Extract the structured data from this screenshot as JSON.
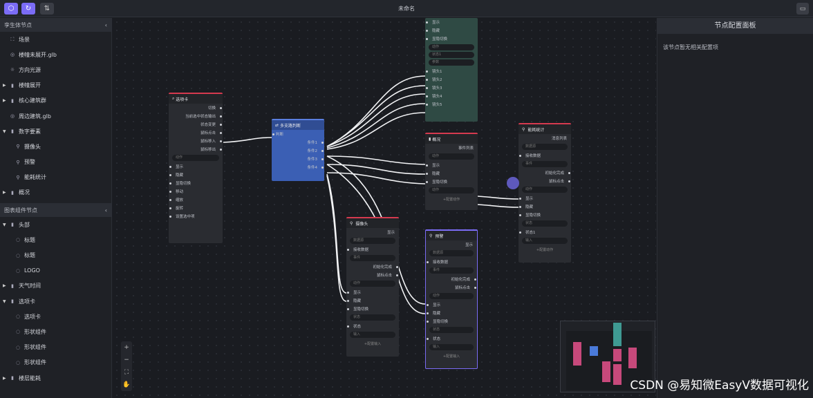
{
  "topbar": {
    "title": "未命名"
  },
  "left_panel": {
    "section1": {
      "title": "孪生体节点",
      "collapse": "‹"
    },
    "tree1": [
      {
        "icon": "⛶",
        "label": "场景",
        "arrow": ""
      },
      {
        "icon": "◎",
        "label": "楼幢未展开.glb",
        "arrow": ""
      },
      {
        "icon": "☼",
        "label": "方向光源",
        "arrow": ""
      },
      {
        "icon": "▮",
        "label": "楼幢展开",
        "arrow": "▶"
      },
      {
        "icon": "▮",
        "label": "核心建筑群",
        "arrow": "▶"
      },
      {
        "icon": "◎",
        "label": "周边建筑.glb",
        "arrow": ""
      },
      {
        "icon": "▮",
        "label": "数字要素",
        "arrow": "▼"
      },
      {
        "icon": "⚲",
        "label": "摄像头",
        "arrow": ""
      },
      {
        "icon": "⚲",
        "label": "预警",
        "arrow": ""
      },
      {
        "icon": "⚲",
        "label": "能耗统计",
        "arrow": ""
      },
      {
        "icon": "▮",
        "label": "概况",
        "arrow": "▶"
      }
    ],
    "section2": {
      "title": "图表组件节点",
      "collapse": "‹"
    },
    "tree2": [
      {
        "icon": "▮",
        "label": "头部",
        "arrow": "▼"
      },
      {
        "icon": "◌",
        "label": "标题",
        "arrow": ""
      },
      {
        "icon": "◌",
        "label": "标题",
        "arrow": ""
      },
      {
        "icon": "◌",
        "label": "LOGO",
        "arrow": ""
      },
      {
        "icon": "▮",
        "label": "天气时间",
        "arrow": "▶"
      },
      {
        "icon": "▮",
        "label": "选项卡",
        "arrow": "▼"
      },
      {
        "icon": "◌",
        "label": "选项卡",
        "arrow": ""
      },
      {
        "icon": "◌",
        "label": "形状组件",
        "arrow": ""
      },
      {
        "icon": "◌",
        "label": "形状组件",
        "arrow": ""
      },
      {
        "icon": "◌",
        "label": "形状组件",
        "arrow": ""
      },
      {
        "icon": "▮",
        "label": "楼层能耗",
        "arrow": "▶"
      }
    ]
  },
  "right_panel": {
    "title": "节点配置面板",
    "note": "该节点暂无相关配置项"
  },
  "nodes": {
    "tab_node": {
      "title": "选项卡",
      "rows_right": [
        "切换",
        "当前选中状态输出",
        "状态变更",
        "鼠标点击",
        "鼠标移入",
        "鼠标移出"
      ],
      "input": "动作",
      "rows_left": [
        "显示",
        "隐藏",
        "显隐切换",
        "移动",
        "缩放",
        "旋转",
        "设置选中项"
      ]
    },
    "multi_node": {
      "title": "多支路判断",
      "input": "判断",
      "outputs": [
        "条件1",
        "条件2",
        "条件3",
        "条件4"
      ]
    },
    "green_node": {
      "rows": [
        "显示",
        "隐藏",
        "显隐切换"
      ],
      "inputs": [
        "动作",
        "状态1",
        "参数"
      ],
      "outputs": [
        "镜头1",
        "镜头2",
        "镜头3",
        "镜头4",
        "镜头5"
      ]
    },
    "overview_node": {
      "title": "概况",
      "header_right": "事件列表",
      "input1": "动作",
      "rows": [
        "显示",
        "隐藏",
        "显隐切换"
      ],
      "input2": "动作",
      "footer": "+配置动作"
    },
    "camera_node": {
      "title": "摄像头",
      "header_right": "显示",
      "input1": "数据源",
      "row1": "接收数据",
      "input2": "事件",
      "outputs": [
        "初始化完成",
        "鼠标点击"
      ],
      "input3": "动作",
      "rows": [
        "显示",
        "隐藏",
        "显隐切换"
      ],
      "input4": "状态",
      "row2": "状态",
      "input5": "输入",
      "footer": "+配置输入"
    },
    "alert_node": {
      "title": "预警",
      "header_right": "显示",
      "input1": "数据源",
      "row1": "接收数据",
      "input2": "事件",
      "outputs": [
        "初始化完成",
        "鼠标点击"
      ],
      "input3": "动作",
      "rows": [
        "显示",
        "隐藏",
        "显隐切换"
      ],
      "input4": "状态",
      "row2": "状态",
      "input5": "输入",
      "footer": "+配置输入"
    },
    "energy_node": {
      "title": "能耗统计",
      "header_right": "消息列表",
      "input1": "数据源",
      "row1": "接收数据",
      "input2": "事件",
      "outputs": [
        "初始化完成",
        "鼠标点击"
      ],
      "input3": "动作",
      "rows": [
        "显示",
        "隐藏",
        "显隐切换"
      ],
      "input4": "状态",
      "row2": "状态1",
      "input5": "输入",
      "footer": "+配置动作"
    }
  },
  "zoom": {
    "in": "+",
    "out": "−",
    "fit": "⛶",
    "hand": "✋"
  },
  "watermark": "CSDN @易知微EasyV数据可视化",
  "colors": {
    "accent": "#7b6cf6",
    "node_border": "#d63a4f",
    "blue_node": "#3b5fb4",
    "green_node": "#2f4a44"
  }
}
